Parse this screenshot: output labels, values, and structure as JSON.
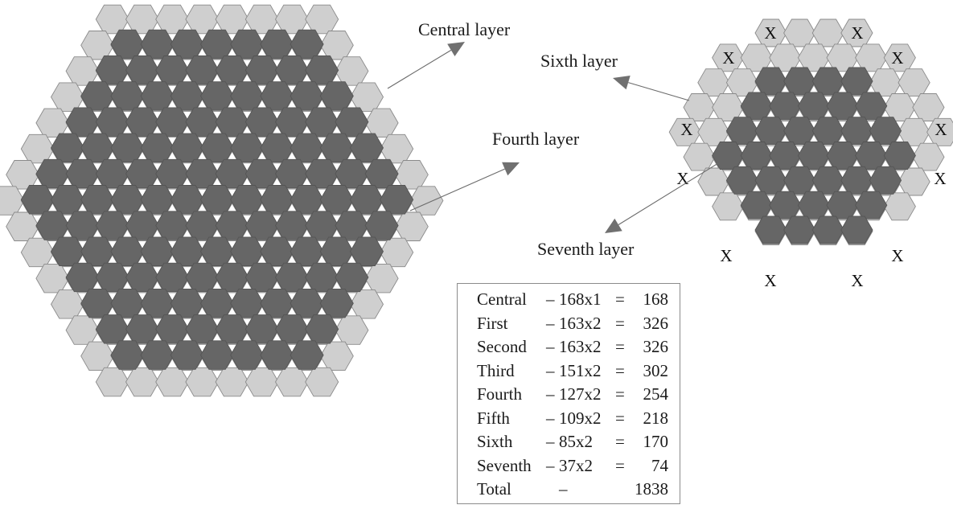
{
  "diagram": {
    "left_assembly": {
      "light_rows": [
        8,
        9,
        10,
        11,
        12,
        13,
        14,
        15,
        14,
        13,
        12,
        11,
        10,
        9,
        8
      ],
      "dark_rows": [
        7,
        8,
        9,
        10,
        11,
        12,
        13,
        12,
        11,
        10,
        9,
        8,
        7
      ]
    },
    "right_assembly": {
      "light_rows": [
        4,
        7,
        8,
        9,
        10,
        9,
        8,
        7,
        4
      ],
      "dark_rows": [
        4,
        5,
        6,
        7,
        6,
        5,
        4
      ]
    },
    "x_mark_glyph": "X",
    "colors": {
      "light_hex": "#cfcfcf",
      "dark_hex": "#666666",
      "outline": "#8a8a8a",
      "arrow": "#707070"
    }
  },
  "labels": {
    "central": "Central layer",
    "fourth": "Fourth layer",
    "sixth": "Sixth layer",
    "seventh": "Seventh layer"
  },
  "summary": {
    "rows": [
      {
        "name": "Central",
        "dash": "–",
        "mult": "168x1",
        "eq": "=",
        "total": "168"
      },
      {
        "name": "First",
        "dash": "–",
        "mult": "163x2",
        "eq": "=",
        "total": "326"
      },
      {
        "name": "Second",
        "dash": "–",
        "mult": "163x2",
        "eq": "=",
        "total": "326"
      },
      {
        "name": "Third",
        "dash": "–",
        "mult": "151x2",
        "eq": "=",
        "total": "302"
      },
      {
        "name": "Fourth",
        "dash": "–",
        "mult": "127x2",
        "eq": "=",
        "total": "254"
      },
      {
        "name": "Fifth",
        "dash": "–",
        "mult": "109x2",
        "eq": "=",
        "total": "218"
      },
      {
        "name": "Sixth",
        "dash": "–",
        "mult": "85x2",
        "eq": "=",
        "total": "170"
      },
      {
        "name": "Seventh",
        "dash": "–",
        "mult": "37x2",
        "eq": "=",
        "total": "74"
      },
      {
        "name": "Total",
        "dash": "–",
        "mult": "",
        "eq": "",
        "total": "1838"
      }
    ]
  }
}
